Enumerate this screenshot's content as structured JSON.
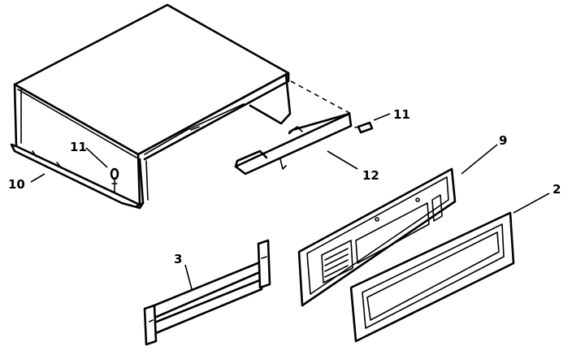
{
  "callouts": {
    "part_2": "2",
    "part_3": "3",
    "part_9": "9",
    "part_10": "10",
    "part_11_left": "11",
    "part_11_right": "11",
    "part_12": "12"
  }
}
